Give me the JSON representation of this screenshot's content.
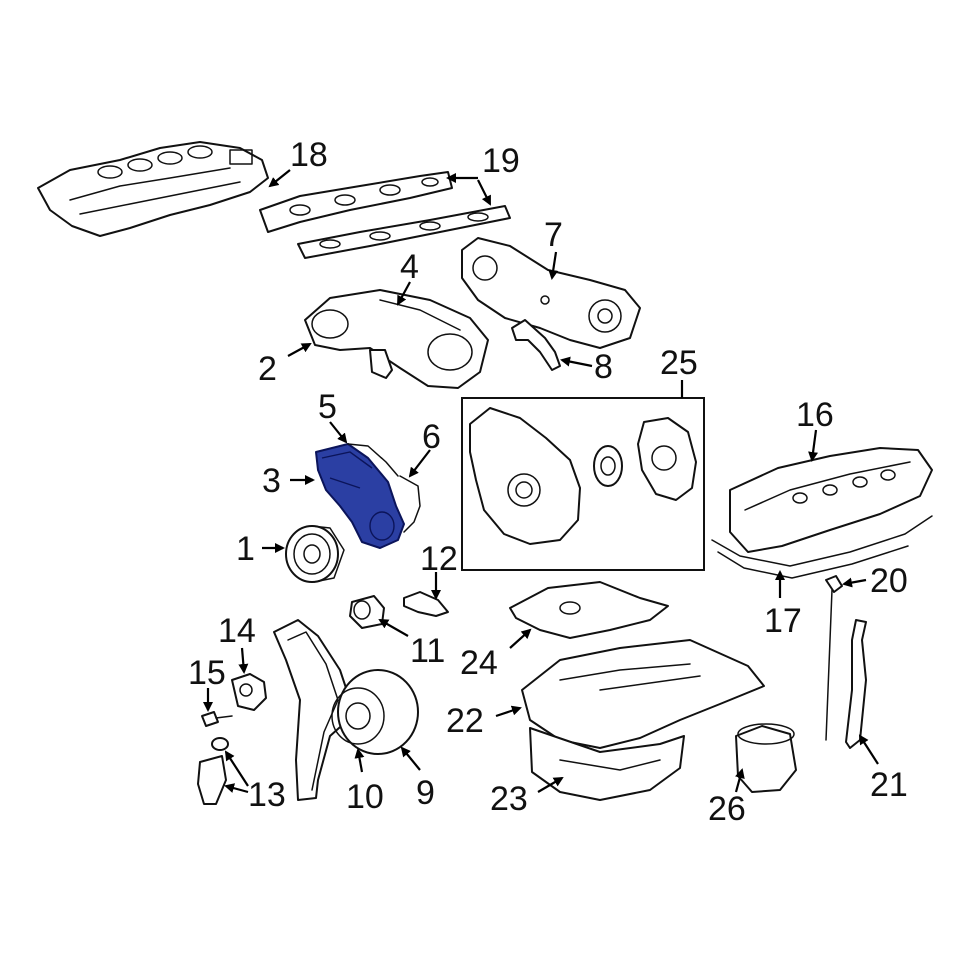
{
  "colors": {
    "highlight": "#2b3fa3",
    "line": "#111111",
    "background": "#ffffff"
  },
  "highlighted_part": "3",
  "callouts": [
    {
      "id": "c1",
      "label": "1"
    },
    {
      "id": "c2",
      "label": "2"
    },
    {
      "id": "c3",
      "label": "3"
    },
    {
      "id": "c4",
      "label": "4"
    },
    {
      "id": "c5",
      "label": "5"
    },
    {
      "id": "c6",
      "label": "6"
    },
    {
      "id": "c7",
      "label": "7"
    },
    {
      "id": "c8",
      "label": "8"
    },
    {
      "id": "c9",
      "label": "9"
    },
    {
      "id": "c10",
      "label": "10"
    },
    {
      "id": "c11",
      "label": "11"
    },
    {
      "id": "c12",
      "label": "12"
    },
    {
      "id": "c13",
      "label": "13"
    },
    {
      "id": "c14",
      "label": "14"
    },
    {
      "id": "c15",
      "label": "15"
    },
    {
      "id": "c16",
      "label": "16"
    },
    {
      "id": "c17",
      "label": "17"
    },
    {
      "id": "c18",
      "label": "18"
    },
    {
      "id": "c19",
      "label": "19"
    },
    {
      "id": "c20",
      "label": "20"
    },
    {
      "id": "c21",
      "label": "21"
    },
    {
      "id": "c22",
      "label": "22"
    },
    {
      "id": "c23",
      "label": "23"
    },
    {
      "id": "c24",
      "label": "24"
    },
    {
      "id": "c25",
      "label": "25"
    },
    {
      "id": "c26",
      "label": "26"
    }
  ]
}
